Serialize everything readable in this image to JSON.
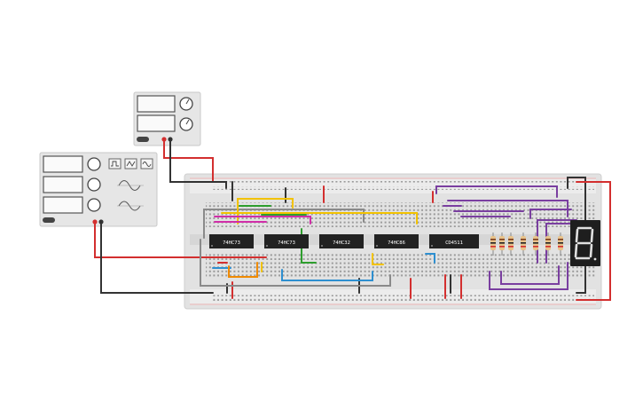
{
  "power_supply": {
    "name": "dc-power-supply",
    "model_label": "",
    "terminal_colors": [
      "#d32f2f",
      "#333333"
    ]
  },
  "function_generator": {
    "name": "function-generator",
    "waveform_icons": [
      "square-wave-icon",
      "triangle-wave-icon",
      "sine-wave-icon"
    ],
    "terminal_colors": [
      "#d32f2f",
      "#333333"
    ]
  },
  "breadboard": {
    "chips": [
      {
        "label": "74HC73"
      },
      {
        "label": "74HC73"
      },
      {
        "label": "74HC32"
      },
      {
        "label": "74HC86"
      },
      {
        "label": "CD4511"
      }
    ],
    "resistor_count": 7,
    "display": {
      "digit": "8",
      "type": "seven-segment-display"
    }
  },
  "colors": {
    "board": "#e2e2e2",
    "chip": "#222222",
    "red_wire": "#d32f2f",
    "black_wire": "#333333",
    "yellow_wire": "#f2c200",
    "green_wire": "#2e9e2e",
    "blue_wire": "#2e8fd0",
    "magenta_wire": "#d02ea8",
    "purple_wire": "#7a3fa0",
    "orange_wire": "#f08a00",
    "gray_wire": "#8a8a8a"
  }
}
